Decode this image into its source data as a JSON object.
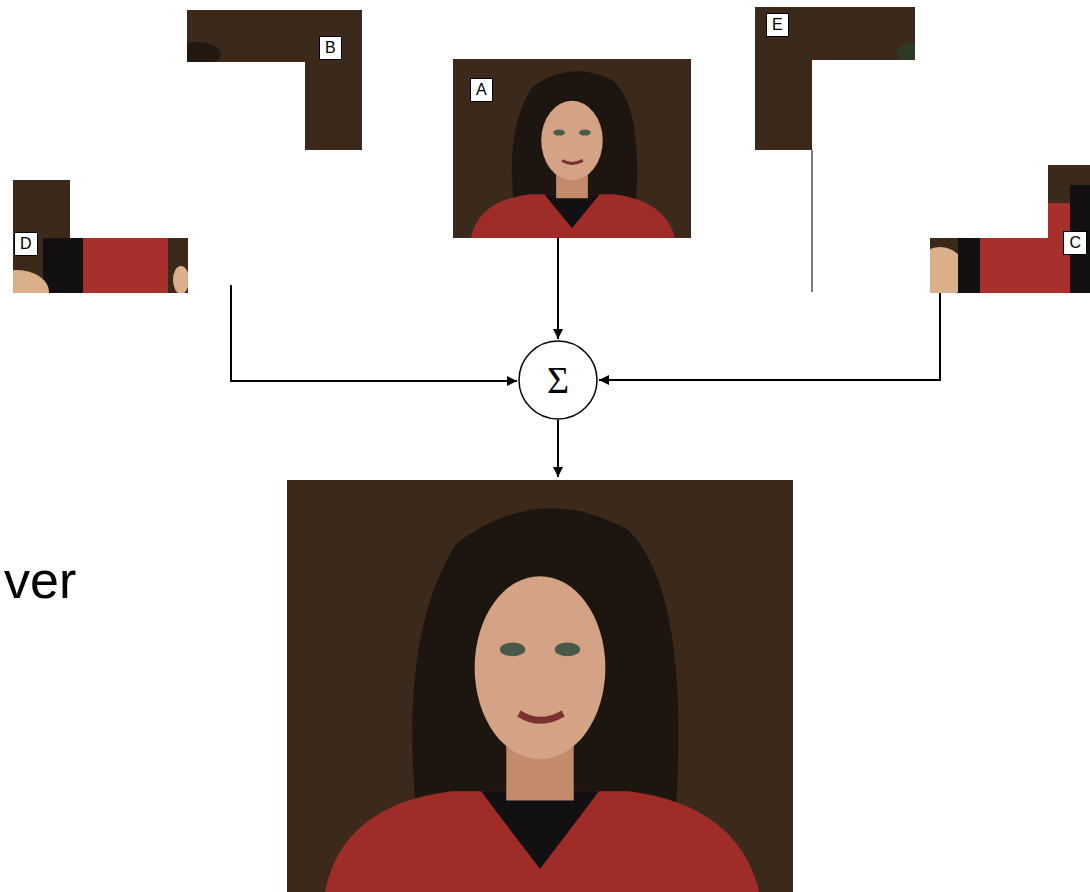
{
  "diagram": {
    "nodes": [
      {
        "text": [
          "B"
        ]
      },
      {
        "text": [
          "A"
        ]
      },
      {
        "text": [
          "E"
        ]
      },
      {
        "text": [
          "D"
        ]
      },
      {
        "text": [
          "C"
        ]
      },
      {
        "text": [
          "Σ"
        ]
      }
    ],
    "edges": [
      {
        "from": 1,
        "to": 5,
        "arrow": "to"
      },
      {
        "from": 4,
        "to": 5,
        "arrow": "to"
      }
    ],
    "labels": [
      "ver"
    ]
  }
}
